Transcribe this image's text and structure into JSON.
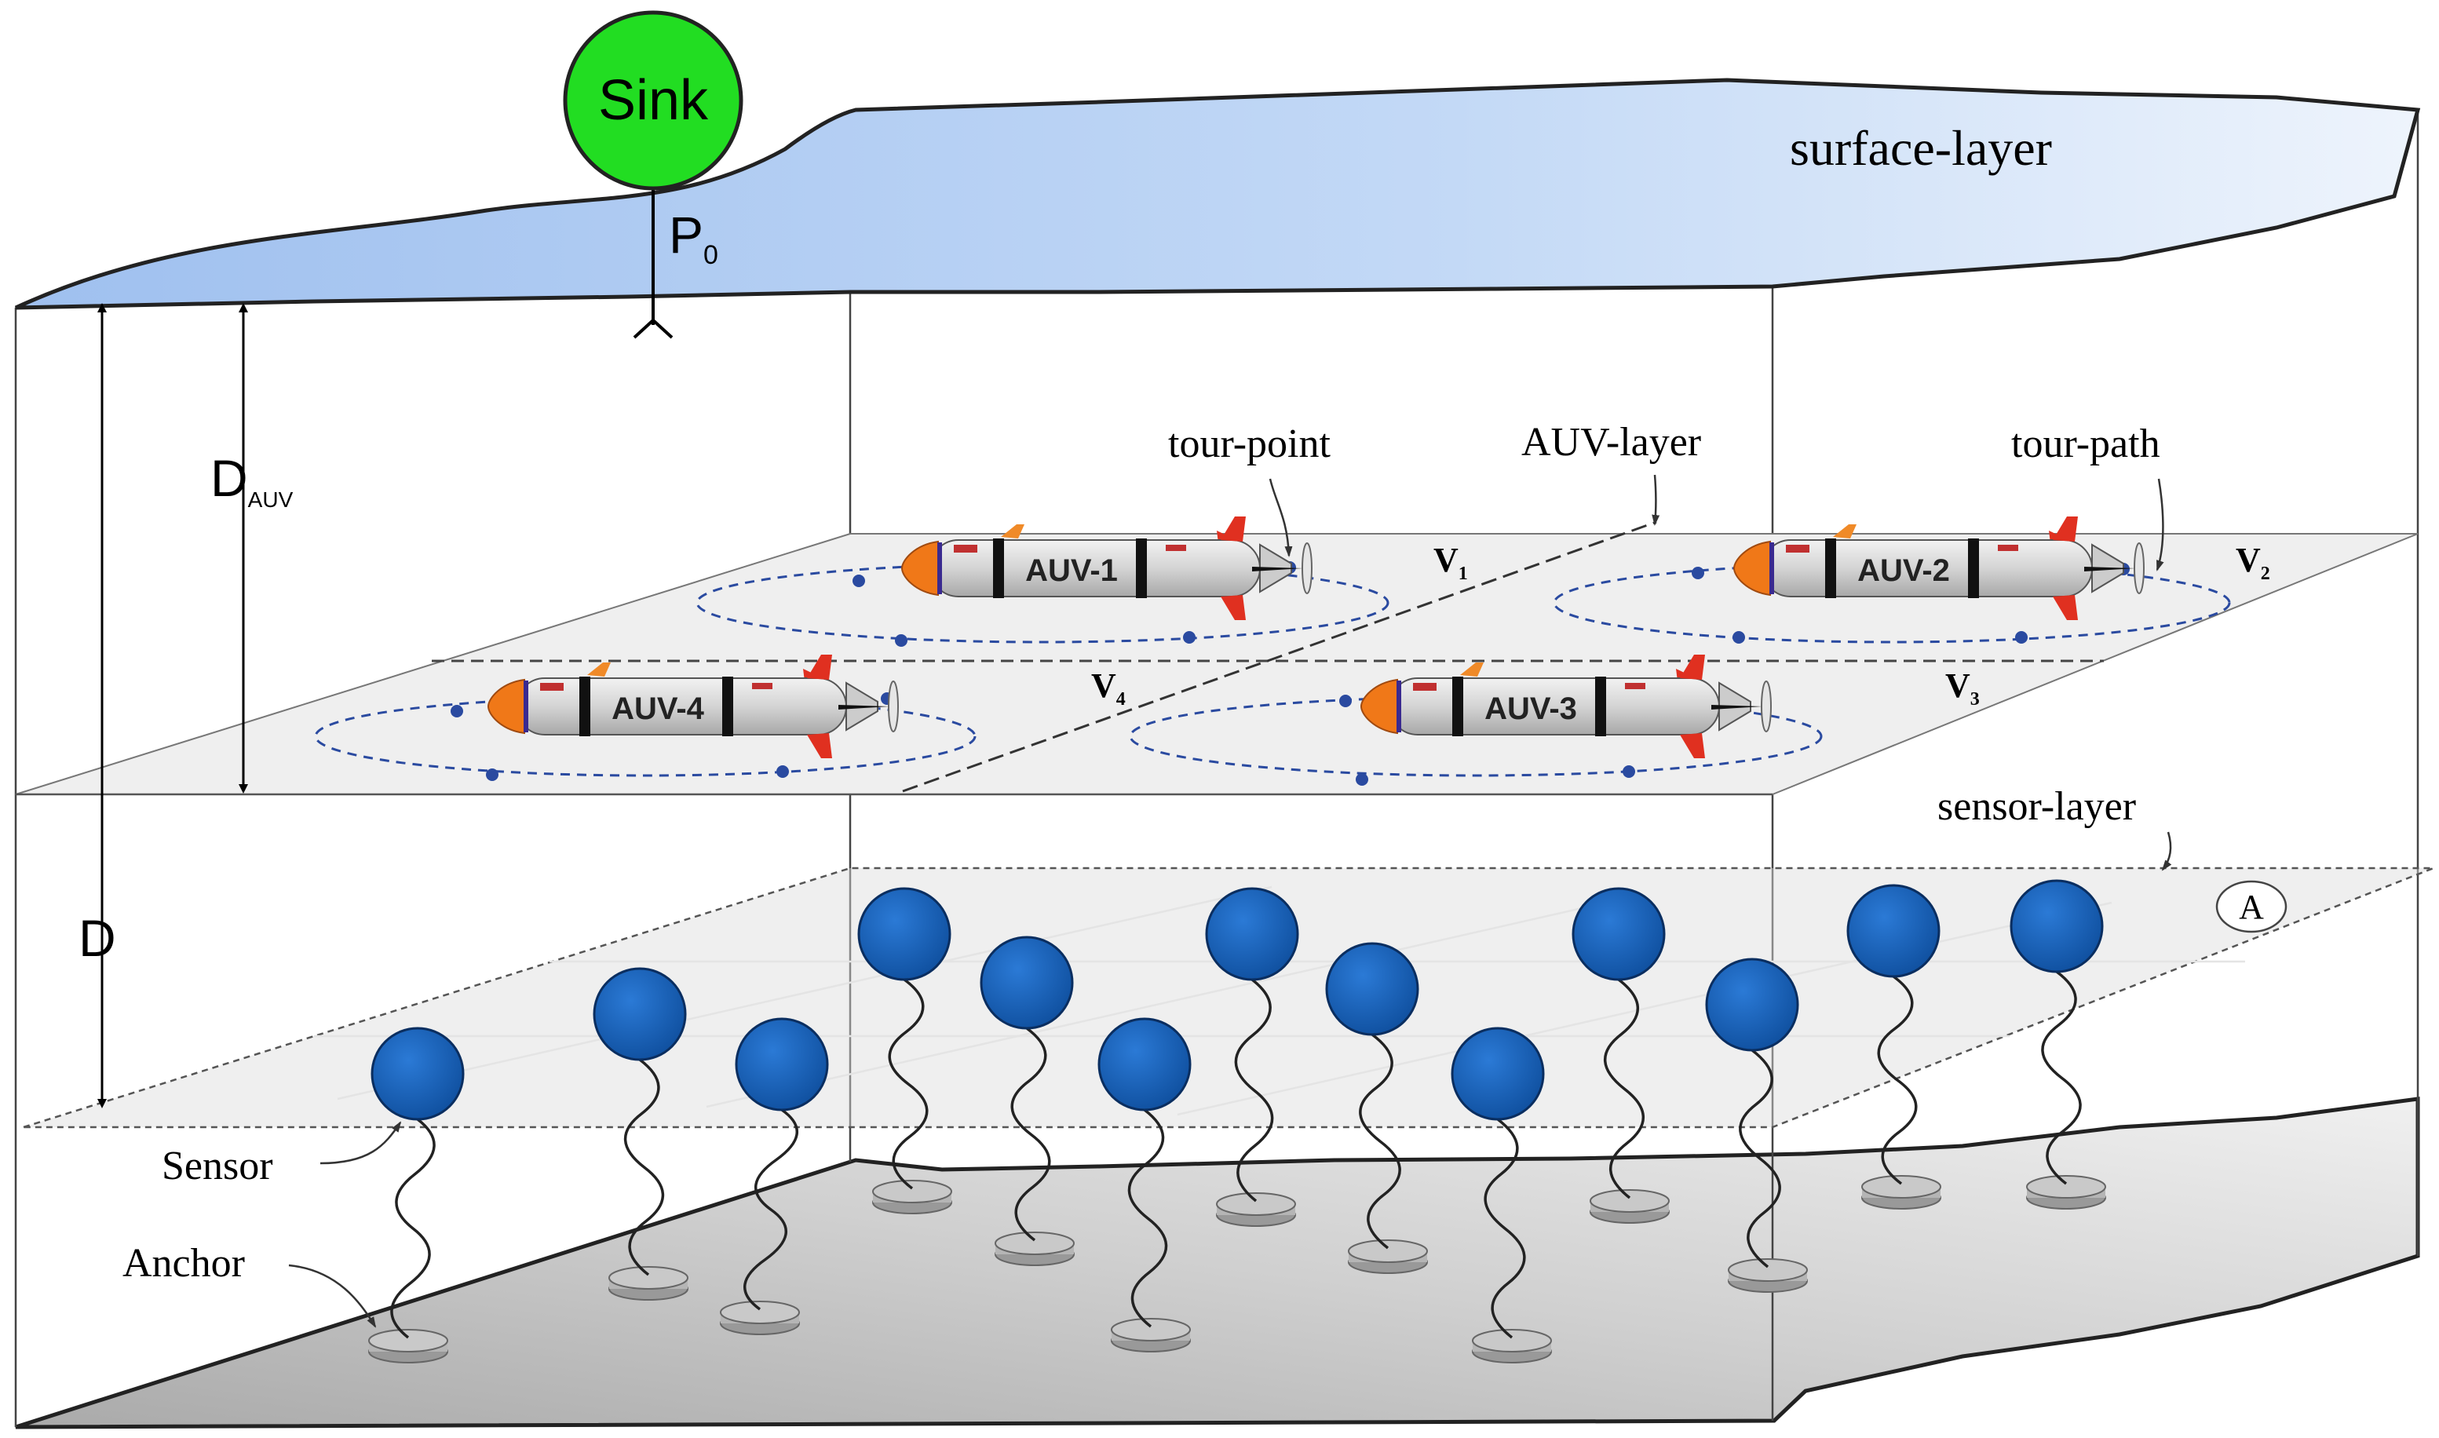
{
  "labels": {
    "sink": "Sink",
    "p0_main": "P",
    "p0_sub": "0",
    "surface_layer": "surface-layer",
    "d_auv_main": "D",
    "d_auv_sub": "AUV",
    "d": "D",
    "tour_point": "tour-point",
    "auv_layer": "AUV-layer",
    "tour_path": "tour-path",
    "sensor_layer": "sensor-layer",
    "area": "A",
    "sensor": "Sensor",
    "anchor": "Anchor"
  },
  "regions": [
    {
      "main": "V",
      "sub": "1"
    },
    {
      "main": "V",
      "sub": "2"
    },
    {
      "main": "V",
      "sub": "3"
    },
    {
      "main": "V",
      "sub": "4"
    }
  ],
  "auvs": [
    "AUV-1",
    "AUV-2",
    "AUV-3",
    "AUV-4"
  ],
  "colors": {
    "surface_fill": "#b9d3f5",
    "sink_fill": "#22dd22",
    "sensor_fill": "#1a63b8",
    "auv_plane": "#f0f0f0",
    "seabed": "#d2d2d2",
    "anchor": "#b0b0b0",
    "auv_nose": "#f07818",
    "auv_fin": "#e03020",
    "tour_dot": "#2a4aa0"
  }
}
